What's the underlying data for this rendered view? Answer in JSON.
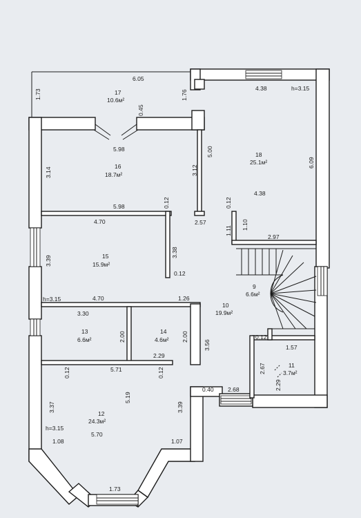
{
  "rooms": [
    {
      "id": "17",
      "area": "10.6м²"
    },
    {
      "id": "16",
      "area": "18.7м²"
    },
    {
      "id": "18",
      "area": "25.1м²"
    },
    {
      "id": "15",
      "area": "15.9м²"
    },
    {
      "id": "10",
      "area": "19.9м²"
    },
    {
      "id": "9",
      "area": "6.6м²"
    },
    {
      "id": "13",
      "area": "6.6м²"
    },
    {
      "id": "14",
      "area": "4.6м²"
    },
    {
      "id": "11",
      "area": "3.7м²"
    },
    {
      "id": "12",
      "area": "24.3м²"
    }
  ],
  "ceiling_heights": [
    "h=3.15",
    "h=3.15",
    "h=3.15"
  ],
  "dimensions": [
    "6.05",
    "1.73",
    "1.76",
    "4.38",
    "0.45",
    "5.98",
    "5.00",
    "3.14",
    "3.12",
    "6.09",
    "4.38",
    "5.98",
    "0.12",
    "0.12",
    "4.70",
    "1.11",
    "1.10",
    "2.97",
    "2.57",
    "3.39",
    "3.38",
    "0.12",
    "4.70",
    "1.26",
    "3.30",
    "2.00",
    "2.00",
    "3.56",
    "0.12",
    "1.57",
    "2.29",
    "2.67",
    "2.29",
    "0.12",
    "5.71",
    "0.12",
    "5.19",
    "3.37",
    "3.39",
    "0.40",
    "2.68",
    "5.70",
    "1.08",
    "1.07",
    "1.73"
  ]
}
